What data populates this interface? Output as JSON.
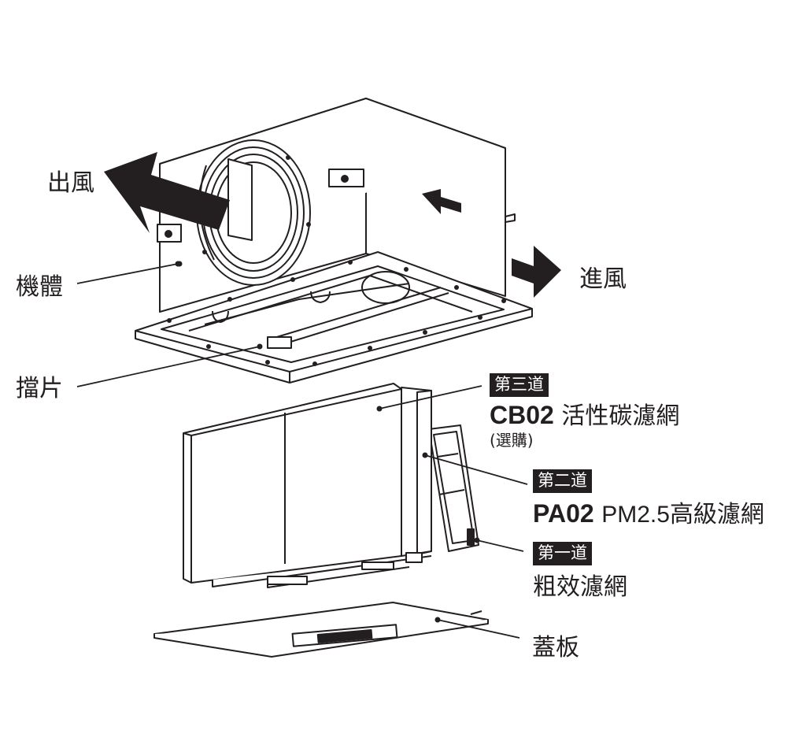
{
  "labels": {
    "outlet": "出風",
    "body": "機體",
    "inlet": "進風",
    "damper": "擋片",
    "cover": "蓋板"
  },
  "filters": [
    {
      "stage": "第三道",
      "code": "CB02",
      "name": "活性碳濾網",
      "note": "(選購)"
    },
    {
      "stage": "第二道",
      "code": "PA02",
      "spec": "PM2.5",
      "name": "高級濾網"
    },
    {
      "stage": "第一道",
      "name": "粗效濾網"
    }
  ],
  "colors": {
    "ink": "#231f20",
    "badge_bg": "#231f20",
    "badge_text": "#ffffff"
  }
}
